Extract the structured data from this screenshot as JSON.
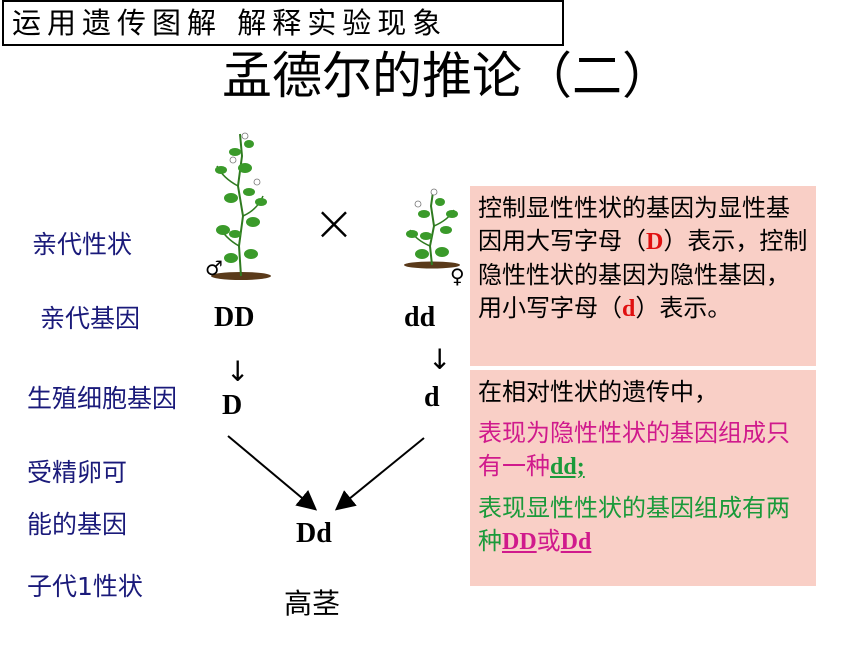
{
  "header": {
    "tag": "运用遗传图解  解释实验现象",
    "title": "孟德尔的推论（二）"
  },
  "labels": {
    "parent_trait": "亲代性状",
    "parent_gene": "亲代基因",
    "gamete_gene": "生殖细胞基因",
    "zygote_line1": "受精卵可",
    "zygote_line2": "能的基因",
    "f1_trait": "子代1性状"
  },
  "cross_symbol": "×",
  "symbols": {
    "male": "♂",
    "female": "♀",
    "arrow_down": "↓"
  },
  "genes": {
    "parent_left": "DD",
    "parent_right": "dd",
    "gamete_left": "D",
    "gamete_right": "d",
    "offspring": "Dd"
  },
  "f1_trait_value": "高茎",
  "box1": {
    "part1": "控制显性性状的基因为显性基因用大写字母（",
    "D": "D",
    "part2": "）表示，控制隐性性状的基因为隐性基因，用小写字母（",
    "d": "d",
    "part3": "）表示。"
  },
  "box2": {
    "intro": "在相对性状的遗传中，",
    "recessive_text": "表现为隐性性状的基因组成只有一种",
    "recessive_gene": "dd;",
    "dominant_text": "表现显性性状的基因组成有两种",
    "dominant_gene1": "DD",
    "or": "或",
    "dominant_gene2": "Dd"
  },
  "colors": {
    "box_bg": "#f9cfc6",
    "label_blue": "#1a1a7a",
    "red": "#e01010",
    "magenta": "#d01a8c",
    "green": "#1a9a3a",
    "leaf": "#3a9a2a"
  },
  "icons": {
    "tall_plant": "tall-pea-plant-icon",
    "short_plant": "short-pea-plant-icon"
  }
}
